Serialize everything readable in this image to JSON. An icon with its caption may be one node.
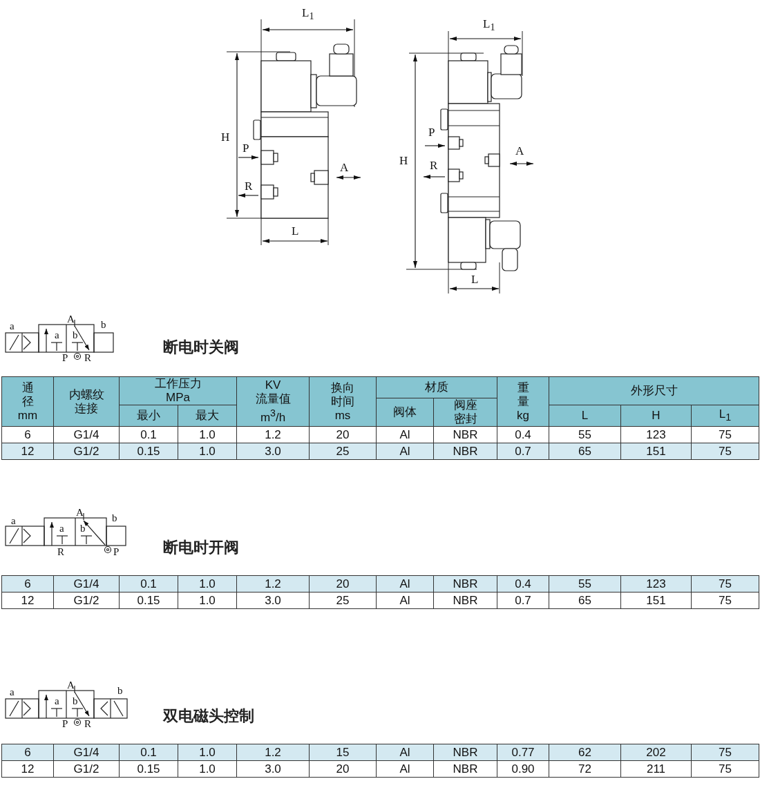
{
  "diagram": {
    "labels": [
      "L$_{1}$",
      "H",
      "P",
      "R",
      "A",
      "L",
      "L$_{1}$",
      "H",
      "P",
      "R",
      "A",
      "L",
      "a",
      "A",
      "b",
      "a",
      "b",
      "P",
      "R",
      "断电时关阀",
      "通径 mm",
      "内螺纹连接",
      "工作压力 MPa",
      "KV 流量值 m$^{3}$/h",
      "换向时间 ms",
      "材质",
      "重量 kg",
      "外形尺寸",
      "阀体",
      "阀座密封",
      "最小",
      "最大",
      "L",
      "H",
      "L$_{1}$",
      "6",
      "G1/4",
      "0.1",
      "1.0",
      "1.2",
      "20",
      "Al",
      "NBR",
      "0.4",
      "55",
      "123",
      "75",
      "12",
      "G1/2",
      "0.15",
      "1.0",
      "3.0",
      "25",
      "Al",
      "NBR",
      "0.7",
      "65",
      "151",
      "75",
      "a",
      "A",
      "b",
      "a",
      "b",
      "R",
      "P",
      "断电时开阀",
      "6",
      "G1/4",
      "0.1",
      "1.0",
      "1.2",
      "20",
      "Al",
      "NBR",
      "0.4",
      "55",
      "123",
      "75",
      "12",
      "G1/2",
      "0.15",
      "1.0",
      "3.0",
      "25",
      "Al",
      "NBR",
      "0.7",
      "65",
      "151",
      "75",
      "a",
      "A",
      "b",
      "a",
      "b",
      "P",
      "R",
      "双电磁头控制",
      "6",
      "G1/4",
      "0.1",
      "1.0",
      "1.2",
      "15",
      "Al",
      "NBR",
      "0.77",
      "62",
      "202",
      "75",
      "12",
      "G1/2",
      "0.15",
      "1.0",
      "3.0",
      "20",
      "Al",
      "NBR",
      "0.90",
      "72",
      "211",
      "75"
    ]
  }
}
